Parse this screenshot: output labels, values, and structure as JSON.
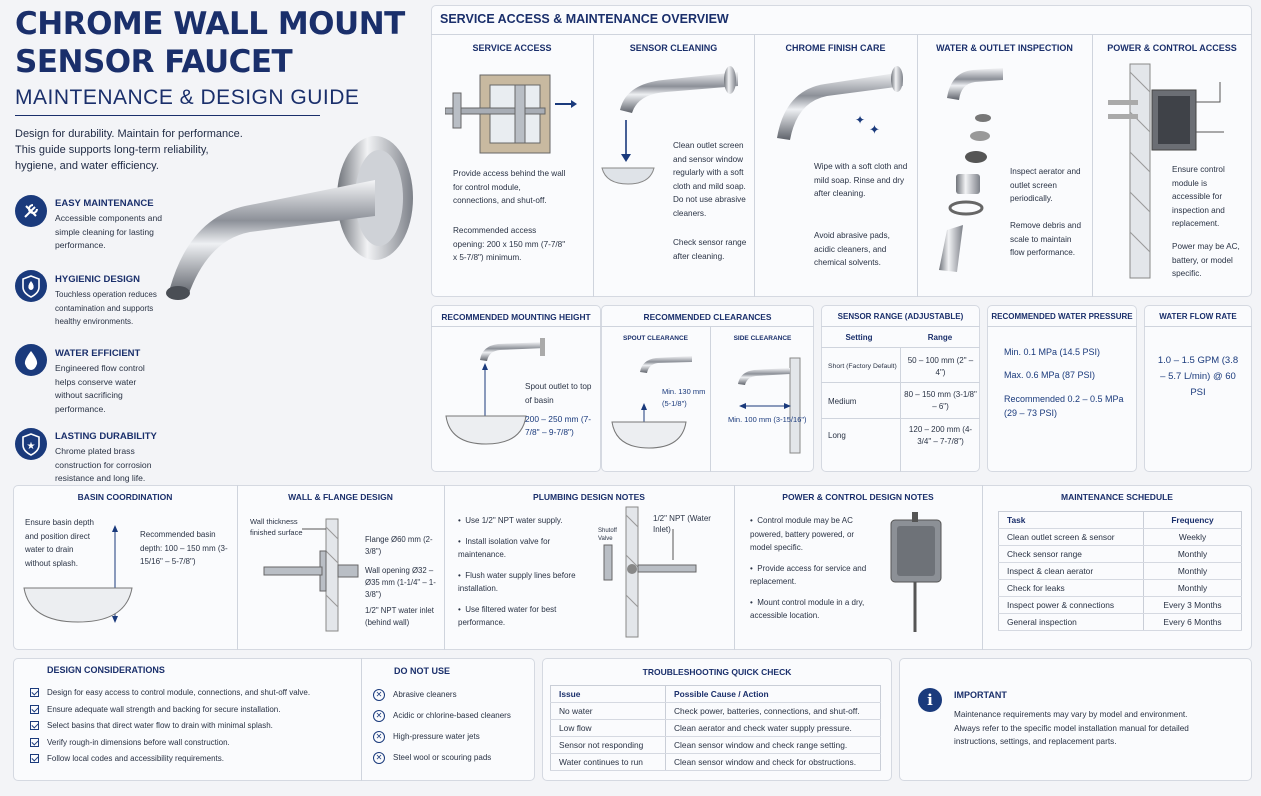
{
  "header": {
    "title_line1": "CHROME WALL MOUNT",
    "title_line2": "SENSOR FAUCET",
    "subtitle": "MAINTENANCE & DESIGN GUIDE",
    "intro": "Design for durability. Maintain for performance. This guide supports long-term reliability, hygiene, and water efficiency."
  },
  "features": [
    {
      "icon": "wrench-screwdriver-icon",
      "title": "EASY MAINTENANCE",
      "text": "Accessible components and simple cleaning for lasting performance."
    },
    {
      "icon": "shield-drop-icon",
      "title": "HYGIENIC DESIGN",
      "text": "Touchless operation reduces contamination and supports healthy environments."
    },
    {
      "icon": "water-drop-icon",
      "title": "WATER EFFICIENT",
      "text": "Engineered flow control helps conserve water without sacrificing performance."
    },
    {
      "icon": "shield-star-icon",
      "title": "LASTING DURABILITY",
      "text": "Chrome plated brass construction for corrosion resistance and long life."
    }
  ],
  "overview": {
    "title": "SERVICE ACCESS & MAINTENANCE OVERVIEW",
    "columns": [
      {
        "title": "SERVICE ACCESS",
        "text1": "Provide access behind the wall for control module, connections, and shut-off.",
        "text2": "Recommended access opening: 200 x 150 mm (7-7/8\" x 5-7/8\") minimum."
      },
      {
        "title": "SENSOR CLEANING",
        "text1": "Clean outlet screen and sensor window regularly with a soft cloth and mild soap. Do not use abrasive cleaners.",
        "text2": "Check sensor range after cleaning."
      },
      {
        "title": "CHROME FINISH CARE",
        "text1": "Wipe with a soft cloth and mild soap. Rinse and dry after cleaning.",
        "text2": "Avoid abrasive pads, acidic cleaners, and chemical solvents."
      },
      {
        "title": "WATER & OUTLET INSPECTION",
        "text1": "Inspect aerator and outlet screen periodically.",
        "text2": "Remove debris and scale to maintain flow performance."
      },
      {
        "title": "POWER & CONTROL ACCESS",
        "text1": "Ensure control module is accessible for inspection and replacement.",
        "text2": "Power may be AC, battery, or model specific."
      }
    ]
  },
  "mounting": {
    "title": "RECOMMENDED MOUNTING HEIGHT",
    "label": "Spout outlet to top of basin",
    "value": "200 – 250 mm (7-7/8\" – 9-7/8\")"
  },
  "clearances": {
    "title": "RECOMMENDED CLEARANCES",
    "spout_title": "SPOUT CLEARANCE",
    "spout_value": "Min. 130 mm (5-1/8\")",
    "side_title": "SIDE CLEARANCE",
    "side_value": "Min. 100 mm (3-15/16\")"
  },
  "sensor_range": {
    "title": "SENSOR RANGE (ADJUSTABLE)",
    "headers": [
      "Setting",
      "Range"
    ],
    "rows": [
      [
        "Short (Factory Default)",
        "50 – 100 mm (2\" – 4\")"
      ],
      [
        "Medium",
        "80 – 150 mm (3-1/8\" – 6\")"
      ],
      [
        "Long",
        "120 – 200 mm (4-3/4\" – 7-7/8\")"
      ]
    ]
  },
  "pressure": {
    "title": "RECOMMENDED WATER PRESSURE",
    "min": "Min. 0.1 MPa (14.5 PSI)",
    "max": "Max. 0.6 MPa (87 PSI)",
    "recommended": "Recommended 0.2 – 0.5 MPa (29 – 73 PSI)"
  },
  "flow": {
    "title": "WATER FLOW RATE",
    "value": "1.0 – 1.5 GPM (3.8 – 5.7 L/min) @ 60 PSI"
  },
  "basin": {
    "title": "BASIN COORDINATION",
    "left": "Ensure basin depth and position direct water to drain without splash.",
    "right": "Recommended basin depth: 100 – 150 mm (3-15/16\" – 5-7/8\")"
  },
  "wall": {
    "title": "WALL & FLANGE DESIGN",
    "wall_label": "Wall thickness finished surface",
    "flange": "Flange Ø60 mm (2-3/8\")",
    "opening": "Wall opening Ø32 – Ø35 mm (1-1/4\" – 1-3/8\")",
    "npt": "1/2\" NPT water inlet (behind wall)"
  },
  "plumbing": {
    "title": "PLUMBING DESIGN NOTES",
    "items": [
      "Use 1/2\" NPT water supply.",
      "Install isolation valve for maintenance.",
      "Flush water supply lines before installation.",
      "Use filtered water for best performance."
    ],
    "shutoff": "Shutoff Valve",
    "inlet": "1/2\" NPT (Water Inlet)"
  },
  "power": {
    "title": "POWER & CONTROL DESIGN NOTES",
    "items": [
      "Control module may be AC powered, battery powered, or model specific.",
      "Provide access for service and replacement.",
      "Mount control module in a dry, accessible location."
    ]
  },
  "schedule": {
    "title": "MAINTENANCE SCHEDULE",
    "headers": [
      "Task",
      "Frequency"
    ],
    "rows": [
      [
        "Clean outlet screen & sensor",
        "Weekly"
      ],
      [
        "Check sensor range",
        "Monthly"
      ],
      [
        "Inspect & clean aerator",
        "Monthly"
      ],
      [
        "Check for leaks",
        "Monthly"
      ],
      [
        "Inspect power & connections",
        "Every 3 Months"
      ],
      [
        "General inspection",
        "Every 6 Months"
      ]
    ]
  },
  "design": {
    "title": "DESIGN CONSIDERATIONS",
    "items": [
      "Design for easy access to control module, connections, and shut-off valve.",
      "Ensure adequate wall strength and backing for secure installation.",
      "Select basins that direct water flow to drain with minimal splash.",
      "Verify rough-in dimensions before wall construction.",
      "Follow local codes and accessibility requirements."
    ]
  },
  "donot": {
    "title": "DO NOT USE",
    "items": [
      "Abrasive cleaners",
      "Acidic or chlorine-based cleaners",
      "High-pressure water jets",
      "Steel wool or scouring pads"
    ]
  },
  "trouble": {
    "title": "TROUBLESHOOTING QUICK CHECK",
    "headers": [
      "Issue",
      "Possible Cause / Action"
    ],
    "rows": [
      [
        "No water",
        "Check power, batteries, connections, and shut-off."
      ],
      [
        "Low flow",
        "Clean aerator and check water supply pressure."
      ],
      [
        "Sensor not responding",
        "Clean sensor window and check range setting."
      ],
      [
        "Water continues to run",
        "Clean sensor window and check for obstructions."
      ]
    ]
  },
  "important": {
    "title": "IMPORTANT",
    "text": "Maintenance requirements may vary by model and environment. Always refer to the specific model installation manual for detailed instructions, settings, and replacement parts."
  },
  "colors": {
    "navy": "#1a2f6b",
    "icon_bg": "#1a3a7c",
    "chrome": "#c9ccd2"
  }
}
